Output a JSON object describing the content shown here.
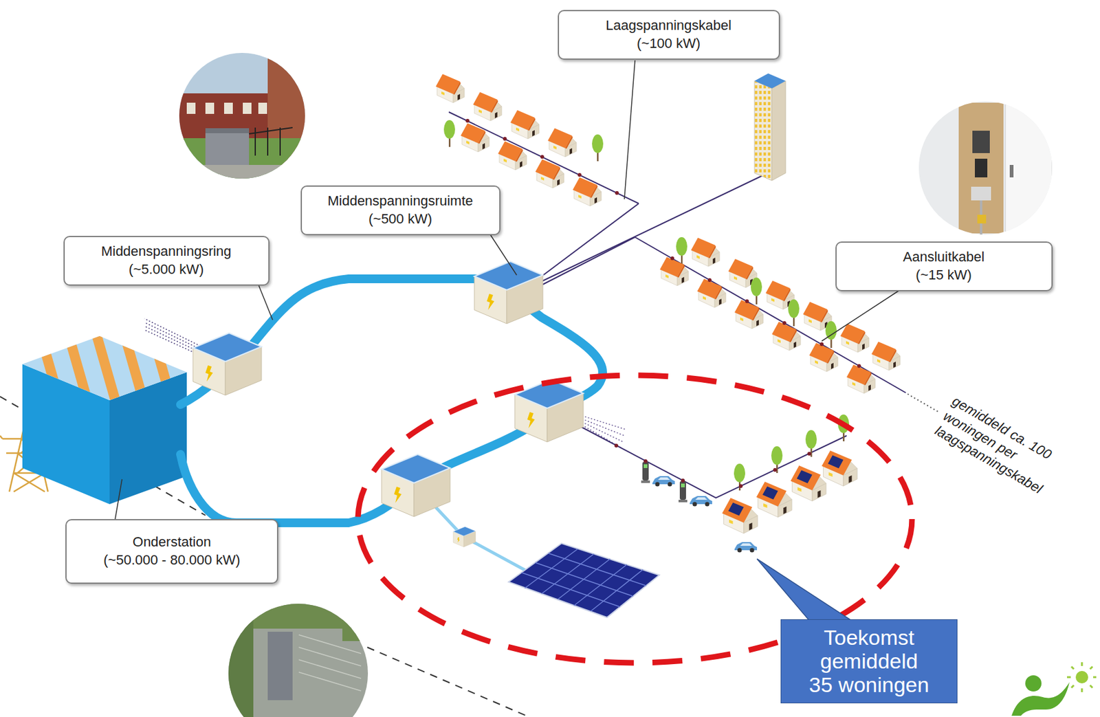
{
  "diagram": {
    "nodes": [
      {
        "text": [
          "Laagspanningskabel",
          "(~100 kW)"
        ]
      },
      {
        "text": [
          "Middenspanningsruimte",
          "(~500 kW)"
        ]
      },
      {
        "text": [
          "Middenspanningsring",
          "(~5.000 kW)"
        ]
      },
      {
        "text": [
          "Aansluitkabel",
          "(~15 kW)"
        ]
      },
      {
        "text": [
          "Onderstation",
          "(~50.000 - 80.000 kW)"
        ]
      },
      {
        "text": [
          "Toekomst gemiddeld 35 woningen"
        ]
      }
    ],
    "labels": [
      "gemiddeld ca. 100 woningen per laagspanningskabel"
    ]
  }
}
